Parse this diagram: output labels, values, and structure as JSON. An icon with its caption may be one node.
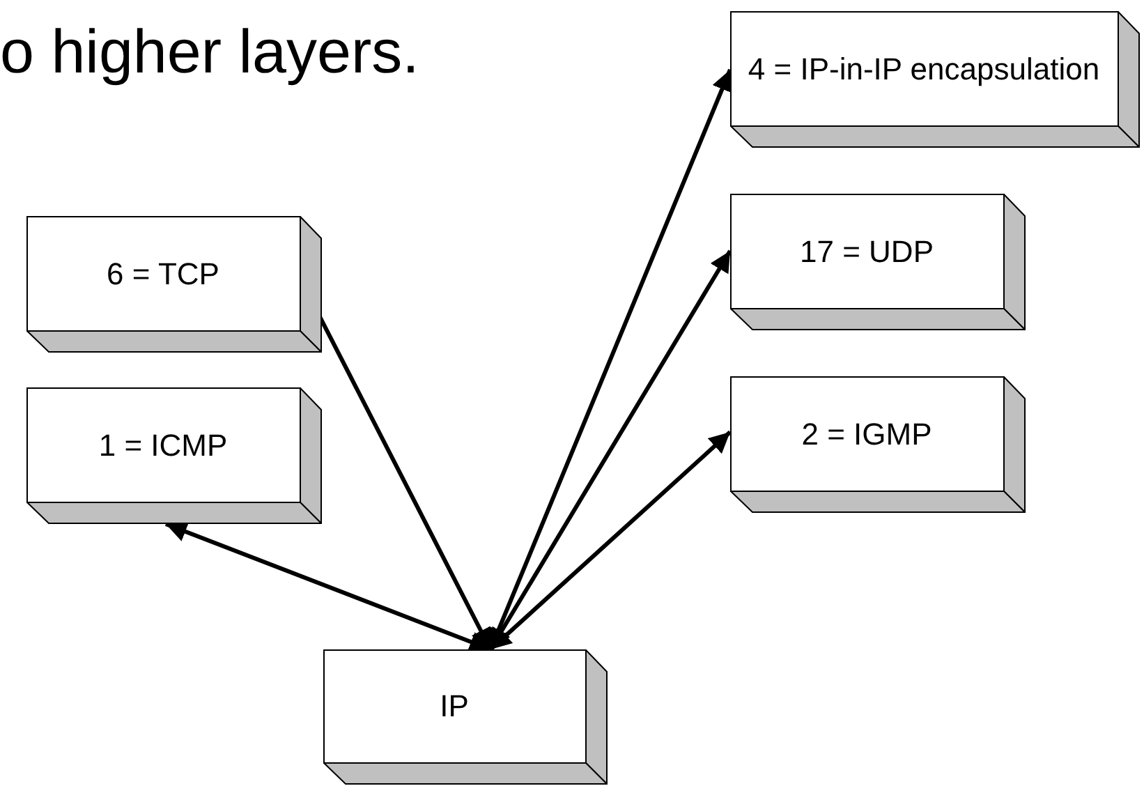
{
  "diagram": {
    "nodes": [
      {
        "text": [
          "4 = IP-in-IP encapsulation"
        ]
      },
      {
        "text": [
          "6 = TCP"
        ]
      },
      {
        "text": [
          "17 = UDP"
        ]
      },
      {
        "text": [
          "1 = ICMP"
        ]
      },
      {
        "text": [
          "2 = IGMP"
        ]
      },
      {
        "text": [
          "IP"
        ]
      }
    ],
    "edges": [
      {
        "from": 5,
        "to": 0,
        "arrow": "both"
      },
      {
        "from": 5,
        "to": 1,
        "arrow": "both"
      },
      {
        "from": 5,
        "to": 2,
        "arrow": "both"
      },
      {
        "from": 5,
        "to": 3,
        "arrow": "both"
      },
      {
        "from": 5,
        "to": 4,
        "arrow": "both"
      }
    ],
    "labels": [
      "o higher layers."
    ]
  }
}
